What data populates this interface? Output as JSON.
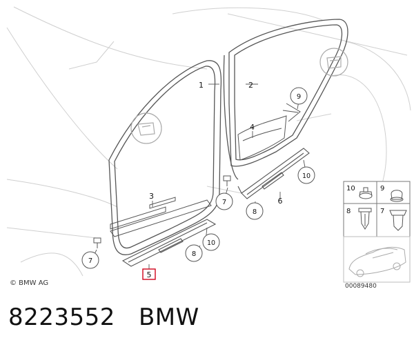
{
  "copyright": "© BMW AG",
  "doc_number": "00089480",
  "part_number": "8223552",
  "brand": "BMW",
  "callouts": {
    "c1": "1",
    "c2": "2",
    "c3": "3",
    "c4": "4",
    "c5": "5",
    "c6": "6",
    "c7a": "7",
    "c7b": "7",
    "c8a": "8",
    "c8b": "8",
    "c9": "9",
    "c10a": "10",
    "c10b": "10"
  },
  "legend": {
    "l10": "10",
    "l9": "9",
    "l8": "8",
    "l7": "7"
  },
  "colors": {
    "line": "#555555",
    "faint": "#cfcfcf",
    "highlight": "#d0021b"
  }
}
